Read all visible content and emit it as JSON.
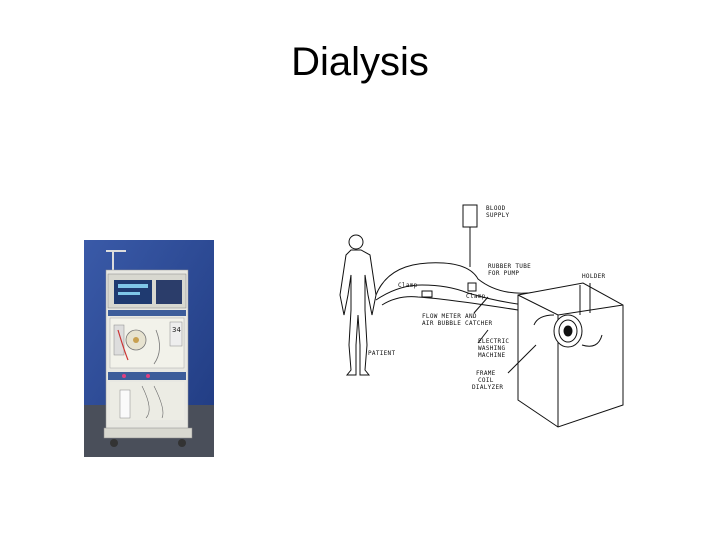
{
  "slide": {
    "title": "Dialysis"
  },
  "diagram": {
    "labels": {
      "blood_supply_1": "BLOOD",
      "blood_supply_2": "SUPPLY",
      "rubber_tube_1": "RUBBER TUBE",
      "rubber_tube_2": "FOR PUMP",
      "holder": "HOLDER",
      "clamp_left": "Clamp",
      "clamp_right": "Clamp",
      "flow_meter_1": "FLOW METER AND",
      "flow_meter_2": "AIR BUBBLE CATCHER",
      "washing_1": "ELECTRIC",
      "washing_2": "WASHING",
      "washing_3": "MACHINE",
      "patient": "PATIENT",
      "frame_1": "FRAME",
      "frame_2": "COIL",
      "frame_3": "DIALYZER"
    }
  },
  "photo": {
    "panel_number": "34"
  }
}
